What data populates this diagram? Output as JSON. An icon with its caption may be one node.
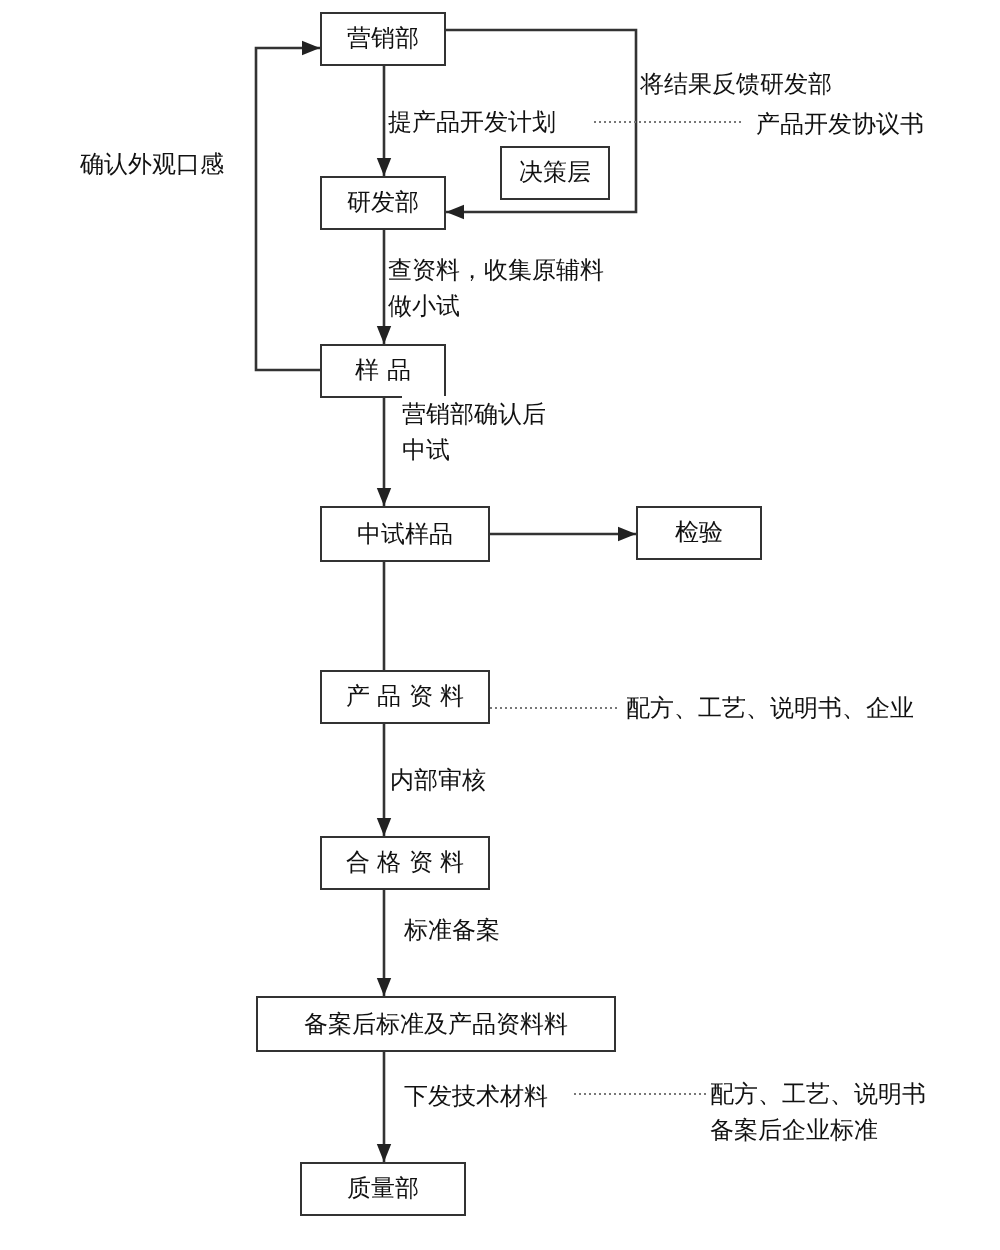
{
  "diagram": {
    "nodes": [
      {
        "text": [
          "营销部"
        ]
      },
      {
        "text": [
          "研发部"
        ]
      },
      {
        "text": [
          "决策层"
        ]
      },
      {
        "text": [
          "样 品"
        ]
      },
      {
        "text": [
          "中试样品"
        ]
      },
      {
        "text": [
          "检验"
        ]
      },
      {
        "text": [
          "产 品 资 料"
        ]
      },
      {
        "text": [
          "合 格 资 料"
        ]
      },
      {
        "text": [
          "备案后标准及产品资料料"
        ]
      },
      {
        "text": [
          "质量部"
        ]
      }
    ],
    "edges": [
      {
        "from": 0,
        "to": 1,
        "arrow": "to",
        "label": "提产品开发计划"
      },
      {
        "from": 0,
        "to": 1,
        "arrow": "to",
        "label": "将结果反馈研发部"
      },
      {
        "from": 1,
        "to": 3,
        "arrow": "to",
        "label": "查资料，收集原辅料做小试"
      },
      {
        "from": 3,
        "to": 0,
        "arrow": "to",
        "label": "确认外观口感"
      },
      {
        "from": 3,
        "to": 4,
        "arrow": "to",
        "label": "营销部确认后中试"
      },
      {
        "from": 4,
        "to": 5,
        "arrow": "to"
      },
      {
        "from": 4,
        "to": 6,
        "arrow": "none"
      },
      {
        "from": 6,
        "to": 7,
        "arrow": "to",
        "label": "内部审核"
      },
      {
        "from": 7,
        "to": 8,
        "arrow": "to",
        "label": "标准备案"
      },
      {
        "from": 8,
        "to": 9,
        "arrow": "to",
        "label": "下发技术材料"
      }
    ],
    "labels": [
      "产品开发协议书",
      "配方、工艺、说明书、企业",
      "配方、工艺、说明书备案后企业标准"
    ]
  }
}
